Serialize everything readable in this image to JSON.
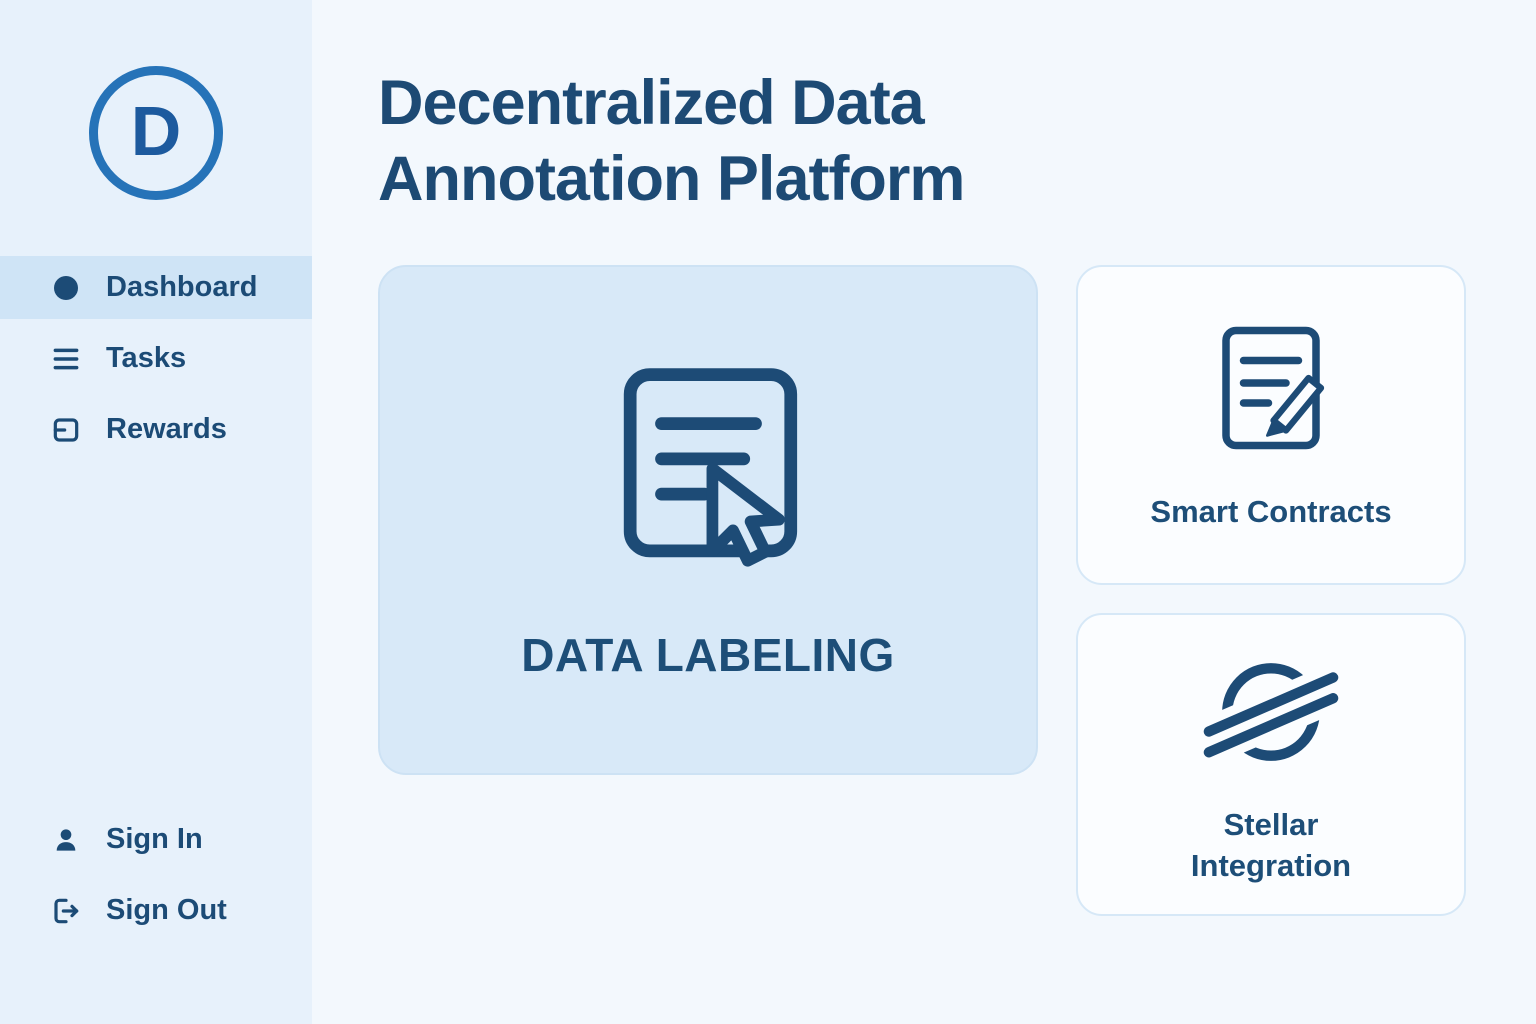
{
  "sidebar": {
    "logo_letter": "D",
    "items": [
      {
        "label": "Dashboard",
        "icon": "dot-icon",
        "active": true
      },
      {
        "label": "Tasks",
        "icon": "menu-icon",
        "active": false
      },
      {
        "label": "Rewards",
        "icon": "card-icon",
        "active": false
      }
    ],
    "footer_items": [
      {
        "label": "Sign In",
        "icon": "user-icon"
      },
      {
        "label": "Sign Out",
        "icon": "logout-icon"
      }
    ]
  },
  "main": {
    "title_lines": [
      "Decentralized Data",
      "Annotation Platform"
    ],
    "cards": [
      {
        "label": "DATA LABELING",
        "icon": "document-cursor-icon"
      },
      {
        "label": "Smart Contracts",
        "icon": "document-pencil-icon"
      },
      {
        "label": "Stellar Integration",
        "icon": "stellar-icon"
      }
    ]
  },
  "colors": {
    "navy": "#1d4b76",
    "accent_blue": "#2673b8",
    "sidebar_bg": "#e7f1fb",
    "active_item_bg": "#cfe4f6",
    "main_bg": "#f3f8fd",
    "large_card_bg": "#d8e9f8",
    "small_card_bg": "#fbfdff",
    "card_border": "#d6e8f7"
  }
}
